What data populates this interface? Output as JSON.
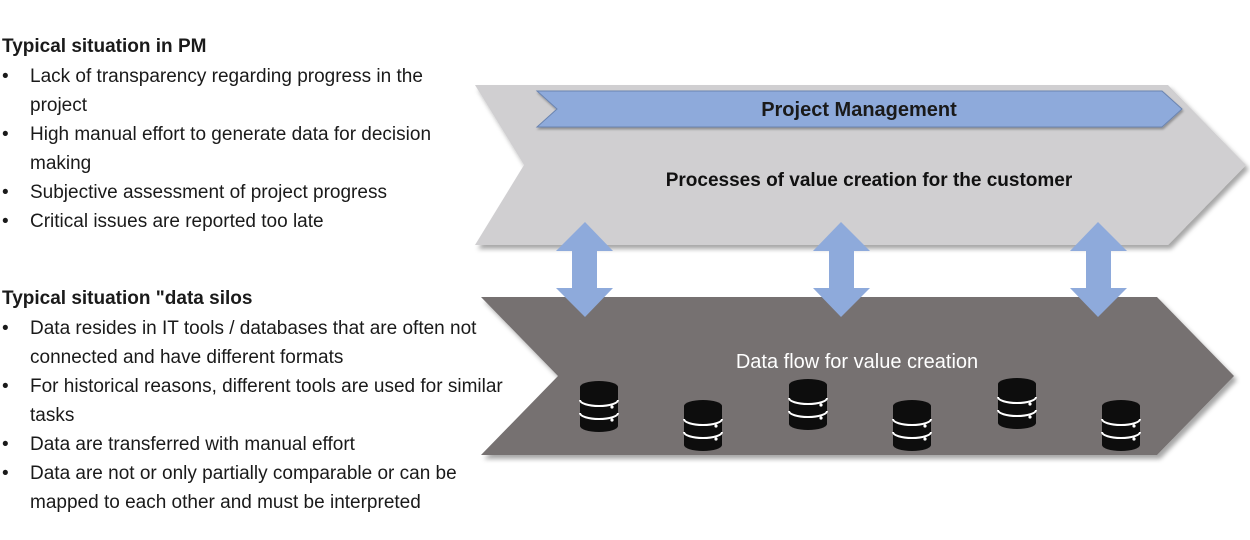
{
  "pm_section": {
    "heading": "Typical situation in PM",
    "bullets": [
      "Lack of transparency regarding progress in the project",
      "High manual effort to generate data for decision making",
      "Subjective assessment of project progress",
      "Critical issues are reported too late"
    ]
  },
  "silos_section": {
    "heading": "Typical situation \"data silos",
    "bullets": [
      "Data resides in IT tools / databases that are often not connected and have different formats",
      "For historical reasons, different tools are used for similar tasks",
      "Data are transferred with manual effort",
      "Data are not or only partially comparable or can be mapped to each other and must be interpreted"
    ]
  },
  "diagram": {
    "pm_banner_label": "Project Management",
    "top_chevron_label": "Processes of value creation for the customer",
    "bottom_chevron_label": "Data flow for value creation",
    "colors": {
      "top_chevron": "#d0cfd1",
      "pm_banner": "#8eaadb",
      "bottom_chevron": "#767171",
      "arrows": "#8eaadb",
      "database": "#0d0d0d"
    },
    "arrow_count": 3,
    "database_icon": "database-icon",
    "database_count": 6
  }
}
